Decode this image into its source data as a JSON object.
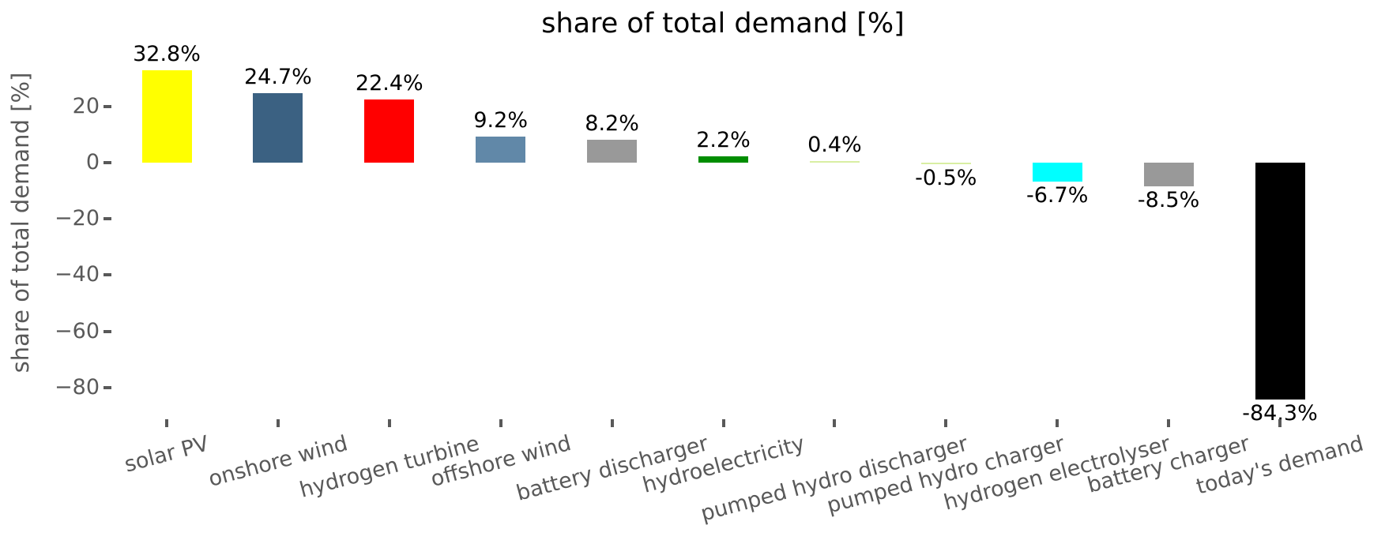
{
  "figure": {
    "background": "#ffffff",
    "text_color": "#595959",
    "title_color": "#000000"
  },
  "chart_data": {
    "type": "bar",
    "title": "share of total demand [%]",
    "xlabel": "",
    "ylabel": "share of total demand [%]",
    "categories": [
      "solar PV",
      "onshore wind",
      "hydrogen turbine",
      "offshore wind",
      "battery discharger",
      "hydroelectricity",
      "pumped hydro discharger",
      "pumped hydro charger",
      "hydrogen electrolyser",
      "battery charger",
      "today's demand"
    ],
    "values": [
      32.8,
      24.7,
      22.4,
      9.2,
      8.2,
      2.2,
      0.4,
      -0.5,
      -6.7,
      -8.5,
      -84.3
    ],
    "value_labels": [
      "32.8%",
      "24.7%",
      "22.4%",
      "9.2%",
      "8.2%",
      "2.2%",
      "0.4%",
      "-0.5%",
      "-6.7%",
      "-8.5%",
      "-84.3%"
    ],
    "bar_colors": [
      "#ffff00",
      "#3b6182",
      "#ff0000",
      "#6188a8",
      "#999999",
      "#008d00",
      "#d9efa3",
      "#d9efa3",
      "#00ffff",
      "#999999",
      "#000000"
    ],
    "yticks": {
      "values": [
        20,
        0,
        -20,
        -40,
        -60,
        -80
      ],
      "labels": [
        "20",
        "0",
        "−20",
        "−40",
        "−60",
        "−80"
      ]
    },
    "ylim": [
      -90,
      36
    ],
    "grid": false,
    "legend": false,
    "x_tick_rotation_deg": 15
  }
}
